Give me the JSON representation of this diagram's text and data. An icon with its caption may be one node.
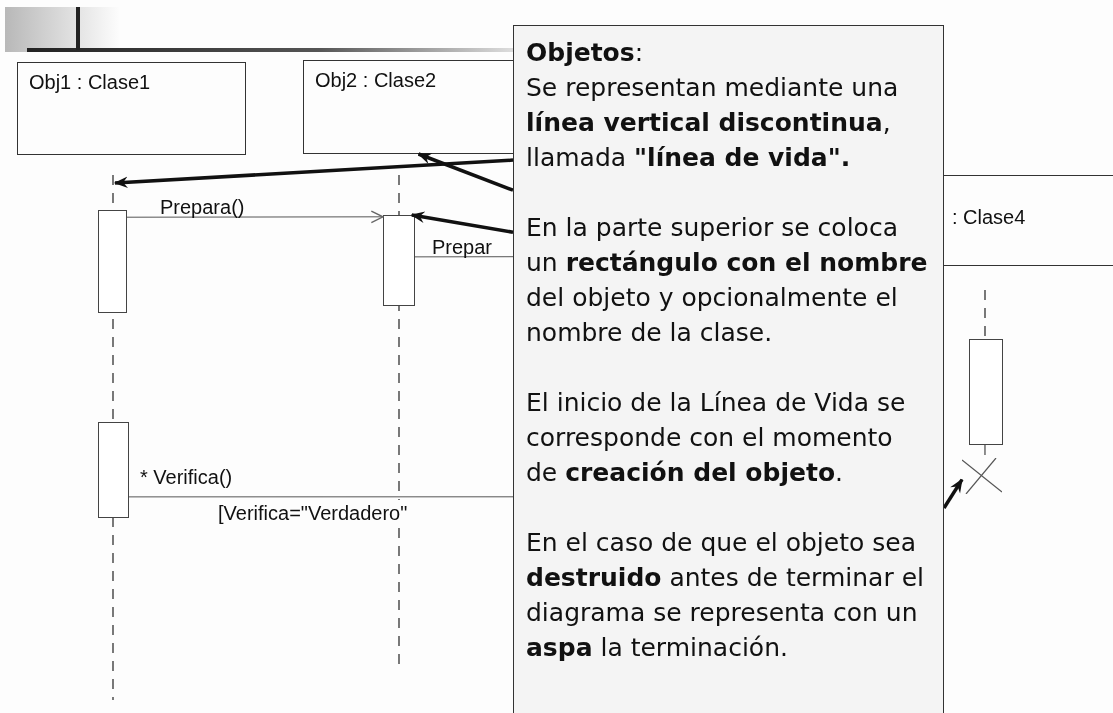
{
  "diagram": {
    "nodes": [
      {
        "text": [
          "Obj1 : Clase1"
        ]
      },
      {
        "text": [
          "Obj2 : Clase2"
        ]
      },
      {
        "text": [
          "**Objetos**:",
          "Se representan mediante una **línea vertical discontinua**, llamada **\"línea de vida\".**",
          "En la parte superior se coloca un **rectángulo con el nombre** del objeto y opcionalmente el nombre de la clase.",
          "El inicio de la Línea de Vida se corresponde con el momento de **creación del objeto**.",
          "En el caso de que el objeto sea **destruido** antes de terminar el diagrama se representa con un **aspa** la terminación."
        ]
      },
      {
        "text": [
          ": Clase4"
        ]
      },
      {
        "text": [],
        "shape": "bar"
      },
      {
        "text": [],
        "shape": "bar"
      },
      {
        "text": [],
        "shape": "bar"
      },
      {
        "text": [],
        "shape": "bar"
      },
      {
        "text": [],
        "shape": "cross"
      },
      {
        "text": [],
        "shape": "line"
      }
    ],
    "edges": [
      {
        "from": 4,
        "to": 5,
        "arrow": "to",
        "label": "Prepara()"
      },
      {
        "from": 5,
        "to": 2,
        "arrow": "none",
        "label": "Prepar"
      },
      {
        "from": 7,
        "to": 2,
        "arrow": "none",
        "label": "* Verifica()"
      },
      {
        "from": 2,
        "to": 9,
        "arrow": "to",
        "style": "thick"
      },
      {
        "from": 2,
        "to": 1,
        "arrow": "to",
        "style": "thick"
      },
      {
        "from": 2,
        "to": 5,
        "arrow": "to",
        "style": "thick"
      },
      {
        "from": 2,
        "to": 8,
        "arrow": "to",
        "style": "thick"
      },
      {
        "from": 6,
        "to": 8,
        "arrow": "none",
        "style": "dashed"
      }
    ],
    "labels": [
      "[Verifica=\"Verdadero\""
    ]
  }
}
